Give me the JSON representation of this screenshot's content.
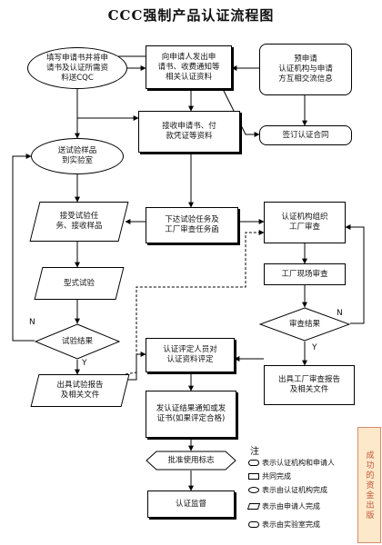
{
  "title": "CCC强制产品认证流程图",
  "nodes": {
    "fill_app": "填写申请书并将申\n请书及认证所需资\n料送CQC",
    "issue_notice": "向申请人发出申\n请书、收费通知等\n相关认证资料",
    "pre_app": "预申请\n认证机构与申请\n方互相交流信息",
    "receive_app": "接收申请书、付\n款凭证等资料",
    "sign_contract": "签订认证合同",
    "send_samples": "送试验样品\n到实验室",
    "accept_task": "接受试验任\n务、接收样品",
    "issue_test_task": "下达试验任务及\n工厂审查任务函",
    "org_review": "认证机构组织\n工厂审查",
    "type_test": "型式试验",
    "factory_audit": "工厂现场审查",
    "test_result": "试验结果",
    "audit_result": "审查结果",
    "assess": "认证评定人员对\n认证资料评定",
    "test_report": "出具试验报告\n及相关文件",
    "audit_report": "出具工厂审查报告\n及相关文件",
    "issue_cert": "发认证结果通知或发\n证书(如果评定合格)",
    "approve_mark": "批准使用标志",
    "supervision": "认证监督"
  },
  "labels": {
    "n_left": "N",
    "y_left": "Y",
    "n_right": "N",
    "y_right": "Y"
  },
  "legend": {
    "title": "注",
    "items": [
      "表示认证机构和申请人",
      "共同完成",
      "表示由认证机构完成",
      "表示由申请人完成",
      "表示由实验室完成"
    ]
  },
  "seal_text": "成功的资金出版"
}
